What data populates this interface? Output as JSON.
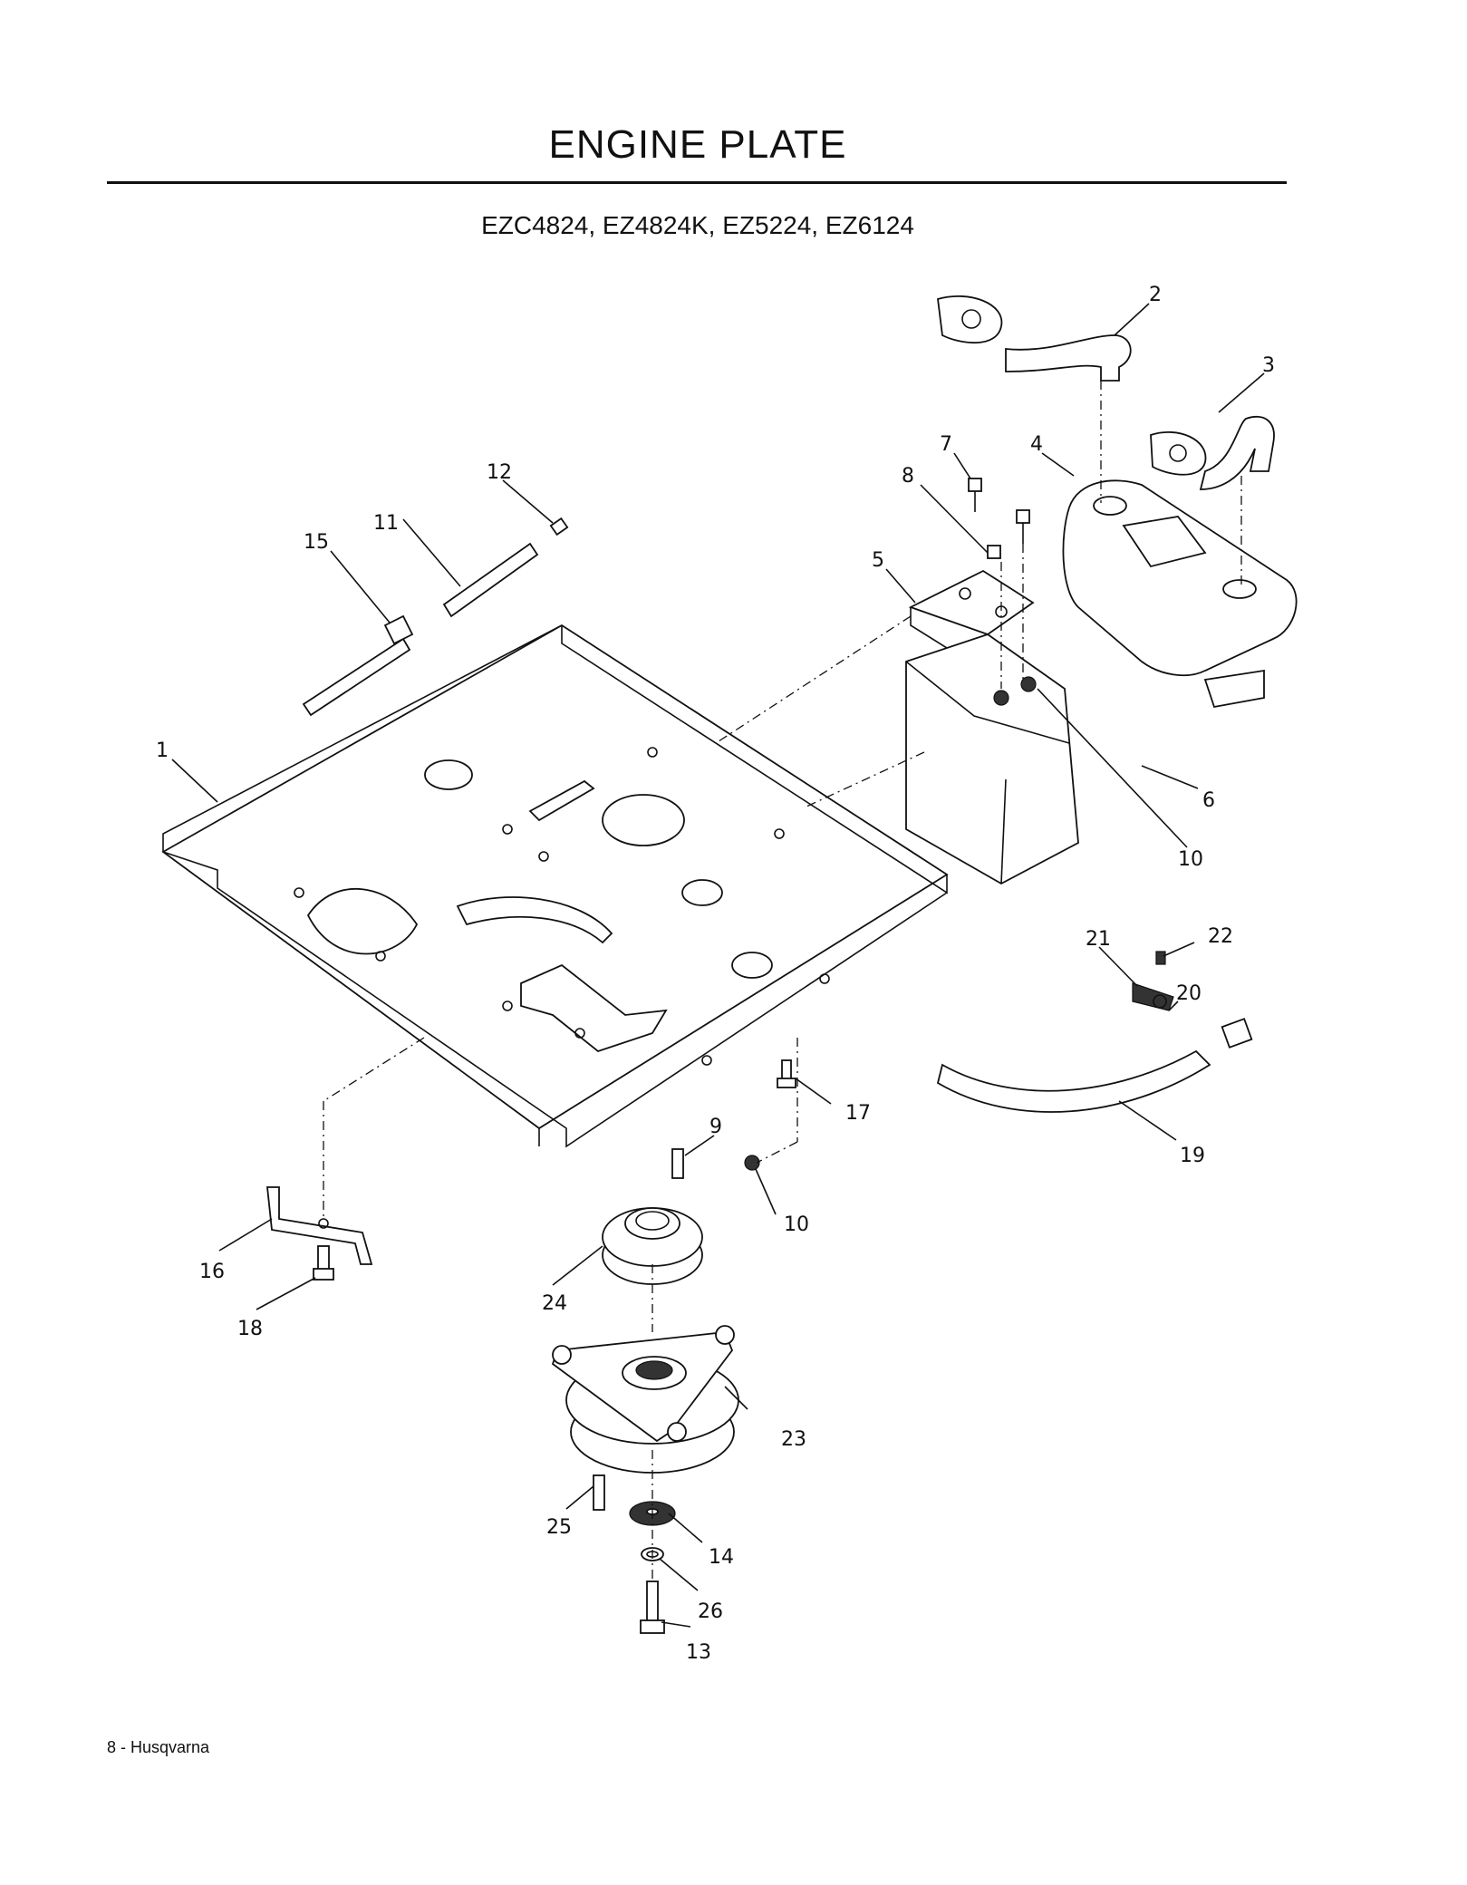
{
  "title": "ENGINE PLATE",
  "subtitle": "EZC4824, EZ4824K, EZ5224, EZ6124",
  "footer": "8 - Husqvarna",
  "callouts": {
    "c1": "1",
    "c2": "2",
    "c3": "3",
    "c4": "4",
    "c5": "5",
    "c6": "6",
    "c7": "7",
    "c8": "8",
    "c9": "9",
    "c10a": "10",
    "c10b": "10",
    "c11": "11",
    "c12": "12",
    "c13": "13",
    "c14": "14",
    "c15": "15",
    "c16": "16",
    "c17": "17",
    "c18": "18",
    "c19": "19",
    "c20": "20",
    "c21": "21",
    "c22": "22",
    "c23": "23",
    "c24": "24",
    "c25": "25",
    "c26": "26"
  }
}
